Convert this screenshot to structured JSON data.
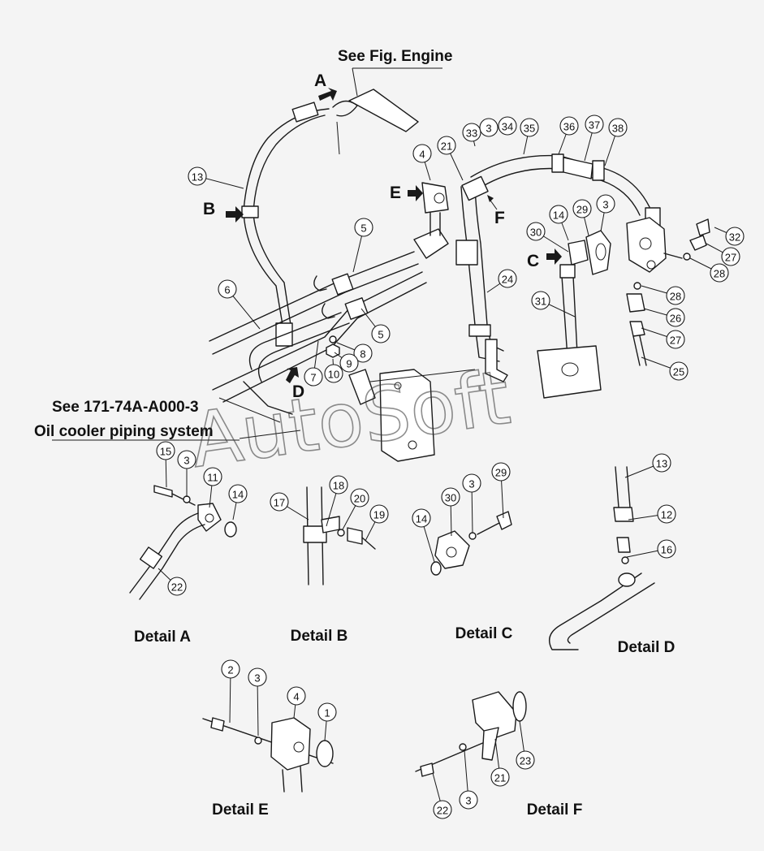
{
  "references": {
    "engine": "See Fig. Engine",
    "piping_code": "See 171-74A-A000-3",
    "piping_name": "Oil cooler piping system"
  },
  "arrows": {
    "a": "A",
    "b": "B",
    "c": "C",
    "d": "D",
    "e": "E",
    "f": "F"
  },
  "details": {
    "a": "Detail A",
    "b": "Detail B",
    "c": "Detail C",
    "d": "Detail D",
    "e": "Detail E",
    "f": "Detail F"
  },
  "callouts": {
    "main": [
      "13",
      "33",
      "3",
      "34",
      "35",
      "36",
      "37",
      "38",
      "21",
      "4",
      "29",
      "3",
      "14",
      "30",
      "32",
      "27",
      "28",
      "28",
      "26",
      "27",
      "25",
      "24",
      "31",
      "5",
      "6",
      "5",
      "8",
      "9",
      "10",
      "7"
    ],
    "detail_a": [
      "15",
      "3",
      "11",
      "14",
      "22"
    ],
    "detail_b": [
      "18",
      "17",
      "20",
      "19"
    ],
    "detail_c": [
      "3",
      "29",
      "30",
      "14"
    ],
    "detail_d": [
      "13",
      "12",
      "16"
    ],
    "detail_e": [
      "2",
      "3",
      "4",
      "1"
    ],
    "detail_f": [
      "23",
      "21",
      "22",
      "3"
    ]
  },
  "watermark": "AutoSoft"
}
